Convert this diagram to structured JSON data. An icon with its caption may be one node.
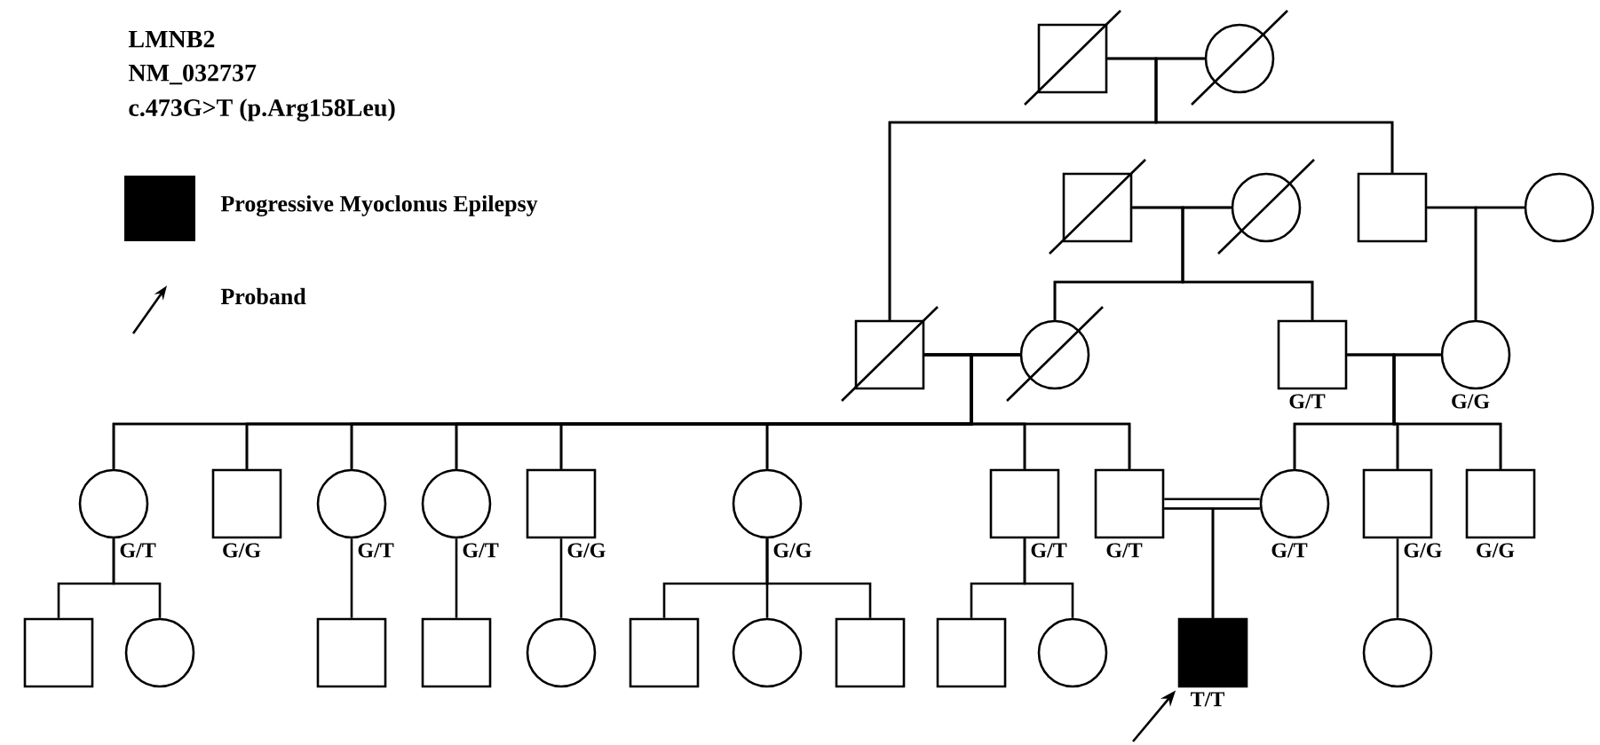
{
  "diagram": {
    "nodes": [
      {
        "text": [],
        "shape": "box"
      },
      {
        "text": [],
        "shape": "circle"
      },
      {
        "text": [],
        "shape": "box"
      },
      {
        "text": [],
        "shape": "circle"
      },
      {
        "text": [],
        "shape": "box"
      },
      {
        "text": [],
        "shape": "circle"
      },
      {
        "text": [],
        "shape": "box"
      },
      {
        "text": [],
        "shape": "circle"
      },
      {
        "text": [],
        "shape": "box",
        "beside": [
          "G/T"
        ]
      },
      {
        "text": [],
        "shape": "circle",
        "beside": [
          "G/G"
        ]
      },
      {
        "text": [],
        "shape": "circle",
        "beside": [
          "G/T"
        ]
      },
      {
        "text": [],
        "shape": "box",
        "beside": [
          "G/G"
        ]
      },
      {
        "text": [],
        "shape": "circle",
        "beside": [
          "G/T"
        ]
      },
      {
        "text": [],
        "shape": "circle",
        "beside": [
          "G/T"
        ]
      },
      {
        "text": [],
        "shape": "box",
        "beside": [
          "G/G"
        ]
      },
      {
        "text": [],
        "shape": "circle",
        "beside": [
          "G/G"
        ]
      },
      {
        "text": [],
        "shape": "box",
        "beside": [
          "G/T"
        ]
      },
      {
        "text": [],
        "shape": "box",
        "beside": [
          "G/T"
        ]
      },
      {
        "text": [],
        "shape": "circle",
        "beside": [
          "G/T"
        ]
      },
      {
        "text": [],
        "shape": "box",
        "beside": [
          "G/G"
        ]
      },
      {
        "text": [],
        "shape": "box",
        "beside": [
          "G/G"
        ]
      },
      {
        "text": [],
        "shape": "box"
      },
      {
        "text": [],
        "shape": "circle"
      },
      {
        "text": [],
        "shape": "box"
      },
      {
        "text": [],
        "shape": "box"
      },
      {
        "text": [],
        "shape": "circle"
      },
      {
        "text": [],
        "shape": "box"
      },
      {
        "text": [],
        "shape": "circle"
      },
      {
        "text": [],
        "shape": "box"
      },
      {
        "text": [],
        "shape": "box"
      },
      {
        "text": [],
        "shape": "circle"
      },
      {
        "text": [],
        "shape": "box",
        "beside": [
          "T/T"
        ]
      },
      {
        "text": [],
        "shape": "circle"
      }
    ],
    "edges": [
      {
        "from": 0,
        "to": 1,
        "arrow": "none"
      },
      {
        "from": 2,
        "to": 3,
        "arrow": "none"
      },
      {
        "from": 4,
        "to": 5,
        "arrow": "none"
      },
      {
        "from": 6,
        "to": 7,
        "arrow": "none"
      },
      {
        "from": 8,
        "to": 9,
        "arrow": "none"
      },
      {
        "from": 17,
        "to": 18,
        "arrow": "none",
        "style": "thick"
      },
      {
        "from": 0,
        "to": 6,
        "arrow": "none"
      },
      {
        "from": 1,
        "to": 6,
        "arrow": "none"
      },
      {
        "from": 0,
        "to": 4,
        "arrow": "none"
      },
      {
        "from": 1,
        "to": 4,
        "arrow": "none"
      },
      {
        "from": 2,
        "to": 7,
        "arrow": "none"
      },
      {
        "from": 3,
        "to": 7,
        "arrow": "none"
      },
      {
        "from": 2,
        "to": 8,
        "arrow": "none"
      },
      {
        "from": 3,
        "to": 8,
        "arrow": "none"
      },
      {
        "from": 4,
        "to": 9,
        "arrow": "none"
      },
      {
        "from": 5,
        "to": 9,
        "arrow": "none"
      },
      {
        "from": 6,
        "to": 10,
        "arrow": "none"
      },
      {
        "from": 7,
        "to": 10,
        "arrow": "none"
      },
      {
        "from": 6,
        "to": 11,
        "arrow": "none"
      },
      {
        "from": 7,
        "to": 11,
        "arrow": "none"
      },
      {
        "from": 6,
        "to": 12,
        "arrow": "none"
      },
      {
        "from": 7,
        "to": 12,
        "arrow": "none"
      },
      {
        "from": 6,
        "to": 13,
        "arrow": "none"
      },
      {
        "from": 7,
        "to": 13,
        "arrow": "none"
      },
      {
        "from": 6,
        "to": 14,
        "arrow": "none"
      },
      {
        "from": 7,
        "to": 14,
        "arrow": "none"
      },
      {
        "from": 6,
        "to": 15,
        "arrow": "none"
      },
      {
        "from": 7,
        "to": 15,
        "arrow": "none"
      },
      {
        "from": 6,
        "to": 16,
        "arrow": "none"
      },
      {
        "from": 7,
        "to": 16,
        "arrow": "none"
      },
      {
        "from": 6,
        "to": 17,
        "arrow": "none"
      },
      {
        "from": 7,
        "to": 17,
        "arrow": "none"
      },
      {
        "from": 8,
        "to": 18,
        "arrow": "none"
      },
      {
        "from": 9,
        "to": 18,
        "arrow": "none"
      },
      {
        "from": 8,
        "to": 19,
        "arrow": "none"
      },
      {
        "from": 9,
        "to": 19,
        "arrow": "none"
      },
      {
        "from": 8,
        "to": 20,
        "arrow": "none"
      },
      {
        "from": 9,
        "to": 20,
        "arrow": "none"
      },
      {
        "from": 17,
        "to": 31,
        "arrow": "none"
      },
      {
        "from": 18,
        "to": 31,
        "arrow": "none"
      },
      {
        "from": 10,
        "to": 21,
        "arrow": "none"
      },
      {
        "from": 10,
        "to": 22,
        "arrow": "none"
      },
      {
        "from": 12,
        "to": 23,
        "arrow": "none"
      },
      {
        "from": 13,
        "to": 24,
        "arrow": "none"
      },
      {
        "from": 14,
        "to": 25,
        "arrow": "none"
      },
      {
        "from": 15,
        "to": 26,
        "arrow": "none"
      },
      {
        "from": 15,
        "to": 27,
        "arrow": "none"
      },
      {
        "from": 15,
        "to": 28,
        "arrow": "none"
      },
      {
        "from": 16,
        "to": 29,
        "arrow": "none"
      },
      {
        "from": 16,
        "to": 30,
        "arrow": "none"
      },
      {
        "from": 19,
        "to": 32,
        "arrow": "none"
      },
      {
        "from": null,
        "to": 31,
        "arrow": "to"
      }
    ],
    "labels": [
      "LMNB2",
      "NM_032737",
      "c.473G>T (p.Arg158Leu)"
    ],
    "legend": [
      {
        "text": "Progressive Myoclonus Epilepsy",
        "color": "#000000"
      },
      {
        "text": "Proband"
      }
    ]
  }
}
